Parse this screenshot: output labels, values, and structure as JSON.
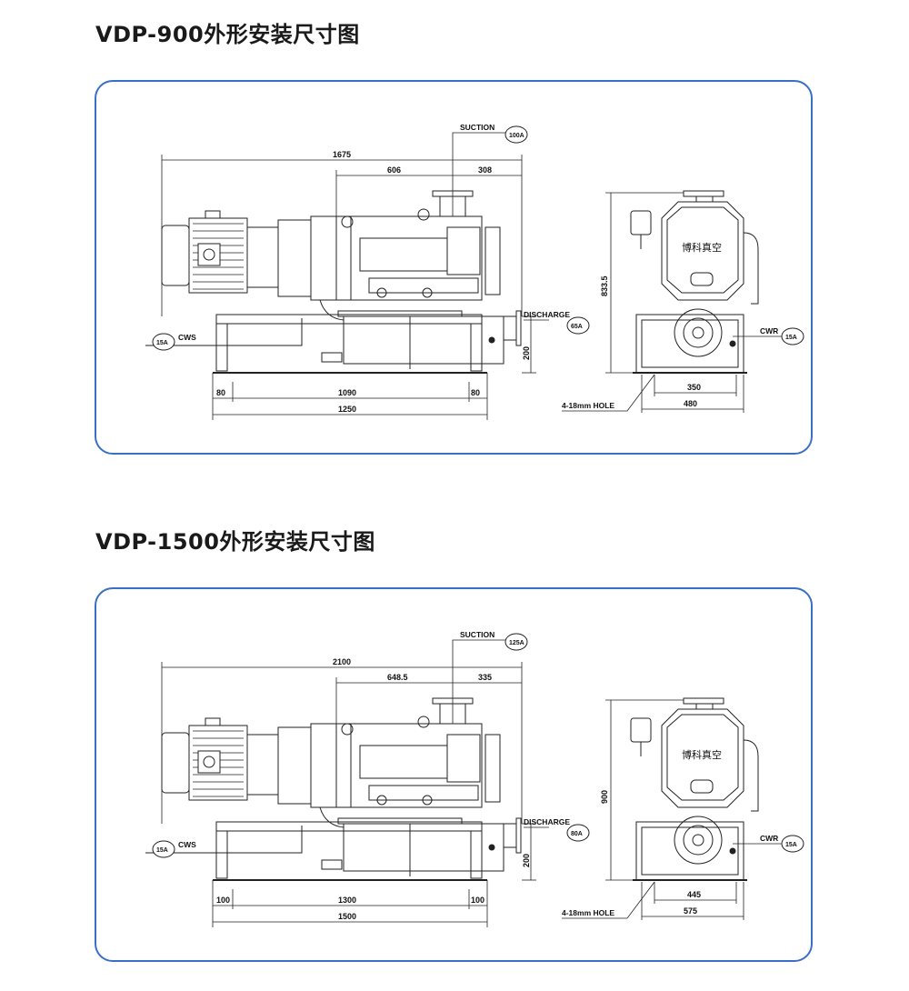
{
  "diagrams": [
    {
      "title": "VDP-900外形安装尺寸图",
      "brand_label": "博科真空",
      "suction_label": "SUCTION",
      "suction_size": "100A",
      "discharge_label": "DISCHARGE",
      "discharge_size": "65A",
      "cws_label": "CWS",
      "cws_size": "15A",
      "cwr_label": "CWR",
      "cwr_size": "15A",
      "hole_label": "4-18mm HOLE",
      "dims": {
        "overall_length": "1675",
        "motor_to_suction": "606",
        "suction_to_end": "308",
        "base_left": "80",
        "base_middle": "1090",
        "base_right": "80",
        "base_total": "1250",
        "discharge_height": "200",
        "side_height": "833.5",
        "side_hole_spacing": "350",
        "side_width": "480"
      }
    },
    {
      "title": "VDP-1500外形安装尺寸图",
      "brand_label": "博科真空",
      "suction_label": "SUCTION",
      "suction_size": "125A",
      "discharge_label": "DISCHARGE",
      "discharge_size": "80A",
      "cws_label": "CWS",
      "cws_size": "15A",
      "cwr_label": "CWR",
      "cwr_size": "15A",
      "hole_label": "4-18mm HOLE",
      "dims": {
        "overall_length": "2100",
        "motor_to_suction": "648.5",
        "suction_to_end": "335",
        "base_left": "100",
        "base_middle": "1300",
        "base_right": "100",
        "base_total": "1500",
        "discharge_height": "200",
        "side_height": "900",
        "side_hole_spacing": "445",
        "side_width": "575"
      }
    }
  ],
  "colors": {
    "panel_border": "#3a6fc6",
    "line": "#222222"
  }
}
